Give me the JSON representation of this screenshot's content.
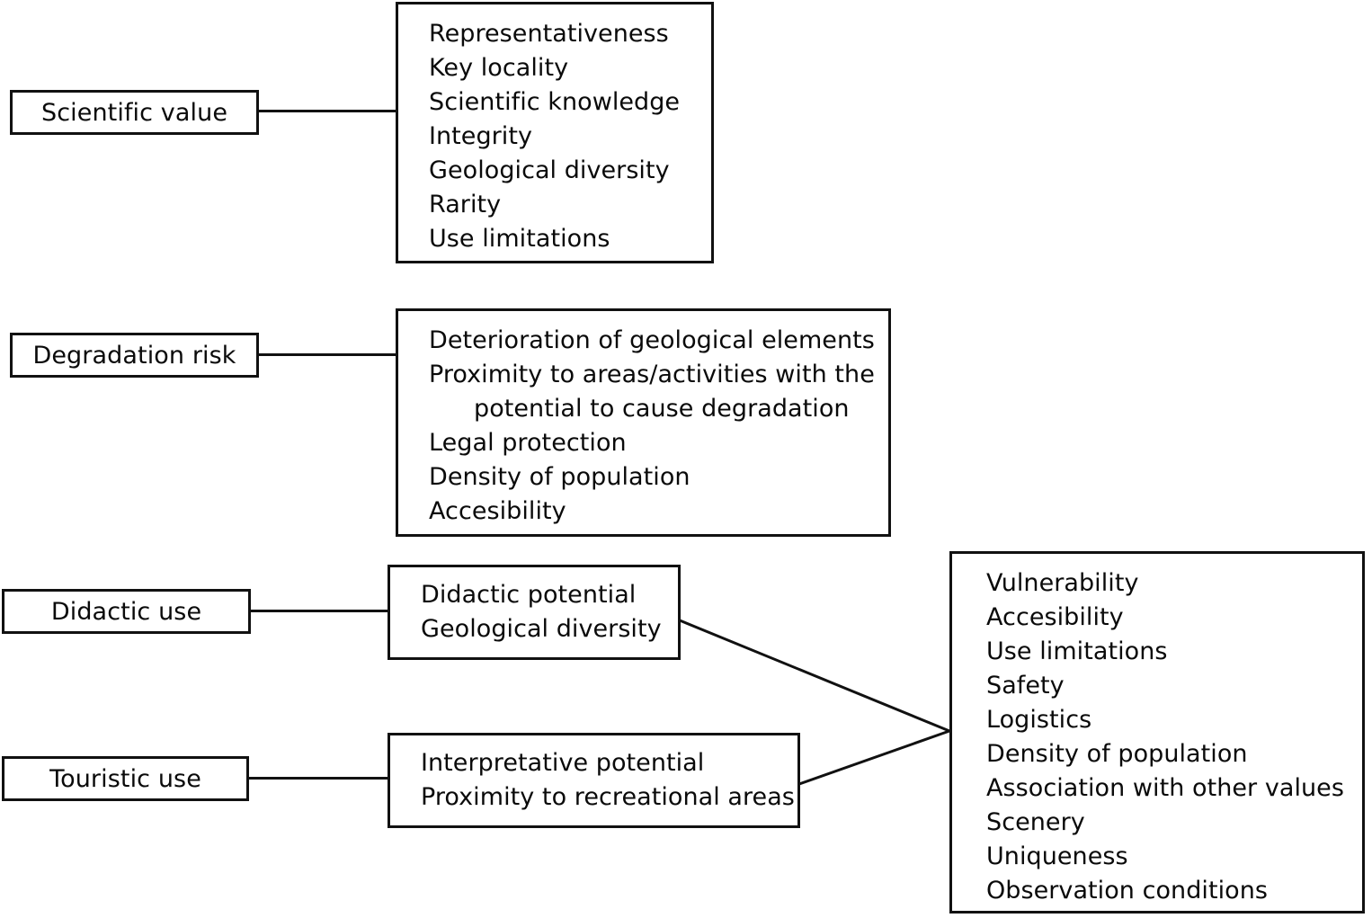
{
  "diagram": {
    "title": "Geosite assessment criteria diagram",
    "stroke_color": "#111111",
    "background_color": "#ffffff",
    "categories": [
      {
        "id": "scientific-value",
        "label": "Scientific value"
      },
      {
        "id": "degradation-risk",
        "label": "Degradation risk"
      },
      {
        "id": "didactic-use",
        "label": "Didactic use"
      },
      {
        "id": "touristic-use",
        "label": "Touristic use"
      }
    ],
    "criteria_boxes": {
      "scientific_value": [
        "Representativeness",
        "Key locality",
        "Scientific knowledge",
        "Integrity",
        "Geological diversity",
        "Rarity",
        "Use limitations"
      ],
      "degradation_risk": [
        "Deterioration of geological elements",
        "Proximity to areas/activities with the",
        "potential to cause degradation",
        "Legal protection",
        "Density of population",
        "Accesibility"
      ],
      "didactic_use": [
        "Didactic potential",
        "Geological diversity"
      ],
      "touristic_use": [
        "Interpretative potential",
        "Proximity to recreational areas"
      ],
      "shared_use_criteria": [
        "Vulnerability",
        "Accesibility",
        "Use limitations",
        "Safety",
        "Logistics",
        "Density of population",
        "Association with other values",
        "Scenery",
        "Uniqueness",
        "Observation conditions"
      ]
    }
  }
}
